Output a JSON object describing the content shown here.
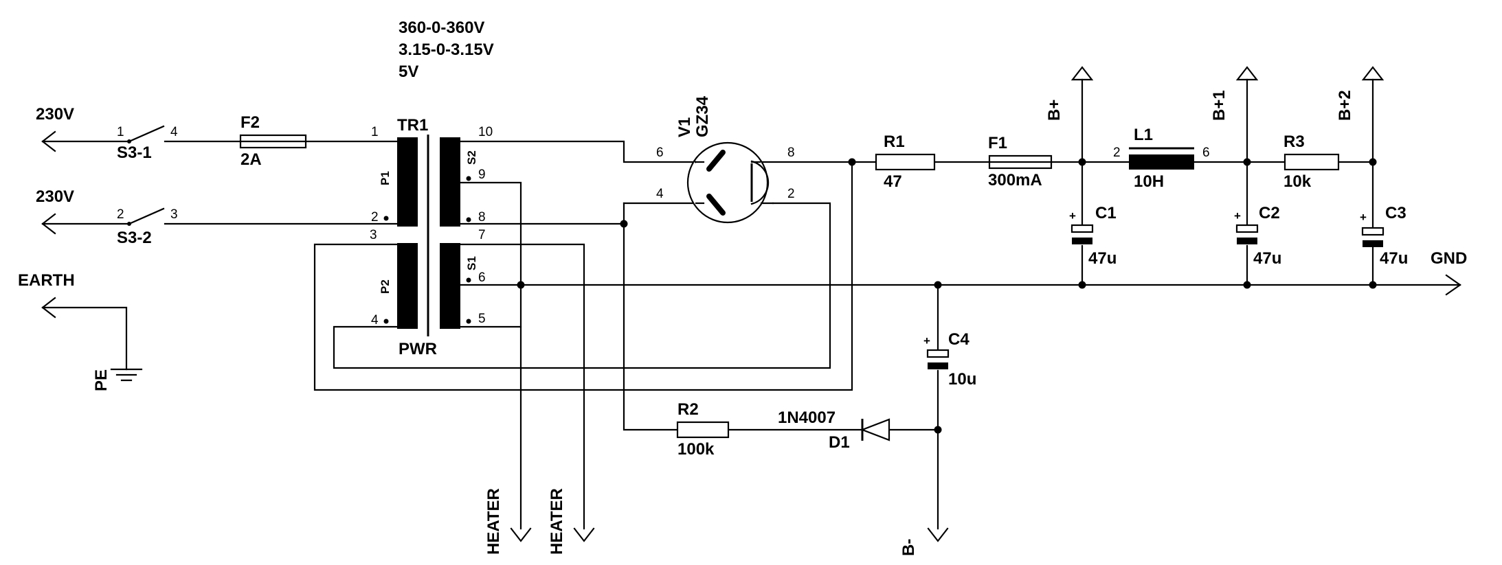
{
  "transformer": {
    "ratings": [
      "360-0-360V",
      "3.15-0-3.15V",
      "5V"
    ],
    "ref": "TR1",
    "value": "PWR",
    "windings": {
      "p1": "P1",
      "p2": "P2",
      "s1": "S1",
      "s2": "S2"
    },
    "pins": {
      "p1a": "1",
      "p1b": "2",
      "p2a": "3",
      "p2b": "4",
      "s2a": "10",
      "s2b": "9",
      "s2c": "8",
      "s1a": "7",
      "s1b": "6",
      "s1c": "5"
    }
  },
  "inputs": {
    "l1": "230V",
    "l2": "230V",
    "earth": "EARTH",
    "pe": "PE"
  },
  "switches": {
    "s1": {
      "ref": "S3-1",
      "pin_a": "1",
      "pin_b": "4"
    },
    "s2": {
      "ref": "S3-2",
      "pin_a": "2",
      "pin_b": "3"
    }
  },
  "fuses": {
    "f2": {
      "ref": "F2",
      "value": "2A"
    },
    "f1": {
      "ref": "F1",
      "value": "300mA"
    }
  },
  "tube": {
    "ref": "V1",
    "value": "GZ34",
    "pins": {
      "p6": "6",
      "p8": "8",
      "p4": "4",
      "p2": "2"
    }
  },
  "resistors": {
    "r1": {
      "ref": "R1",
      "value": "47"
    },
    "r2": {
      "ref": "R2",
      "value": "100k"
    },
    "r3": {
      "ref": "R3",
      "value": "10k"
    }
  },
  "inductor": {
    "ref": "L1",
    "value": "10H",
    "pin_a": "2",
    "pin_b": "6"
  },
  "capacitors": {
    "c1": {
      "ref": "C1",
      "value": "47u"
    },
    "c2": {
      "ref": "C2",
      "value": "47u"
    },
    "c3": {
      "ref": "C3",
      "value": "47u"
    },
    "c4": {
      "ref": "C4",
      "value": "10u"
    },
    "plus": "+"
  },
  "diode": {
    "ref": "D1",
    "value": "1N4007"
  },
  "rails": {
    "bplus": "B+",
    "bplus1": "B+1",
    "bplus2": "B+2",
    "gnd": "GND",
    "bminus": "B-",
    "heater1": "HEATER",
    "heater2": "HEATER"
  }
}
